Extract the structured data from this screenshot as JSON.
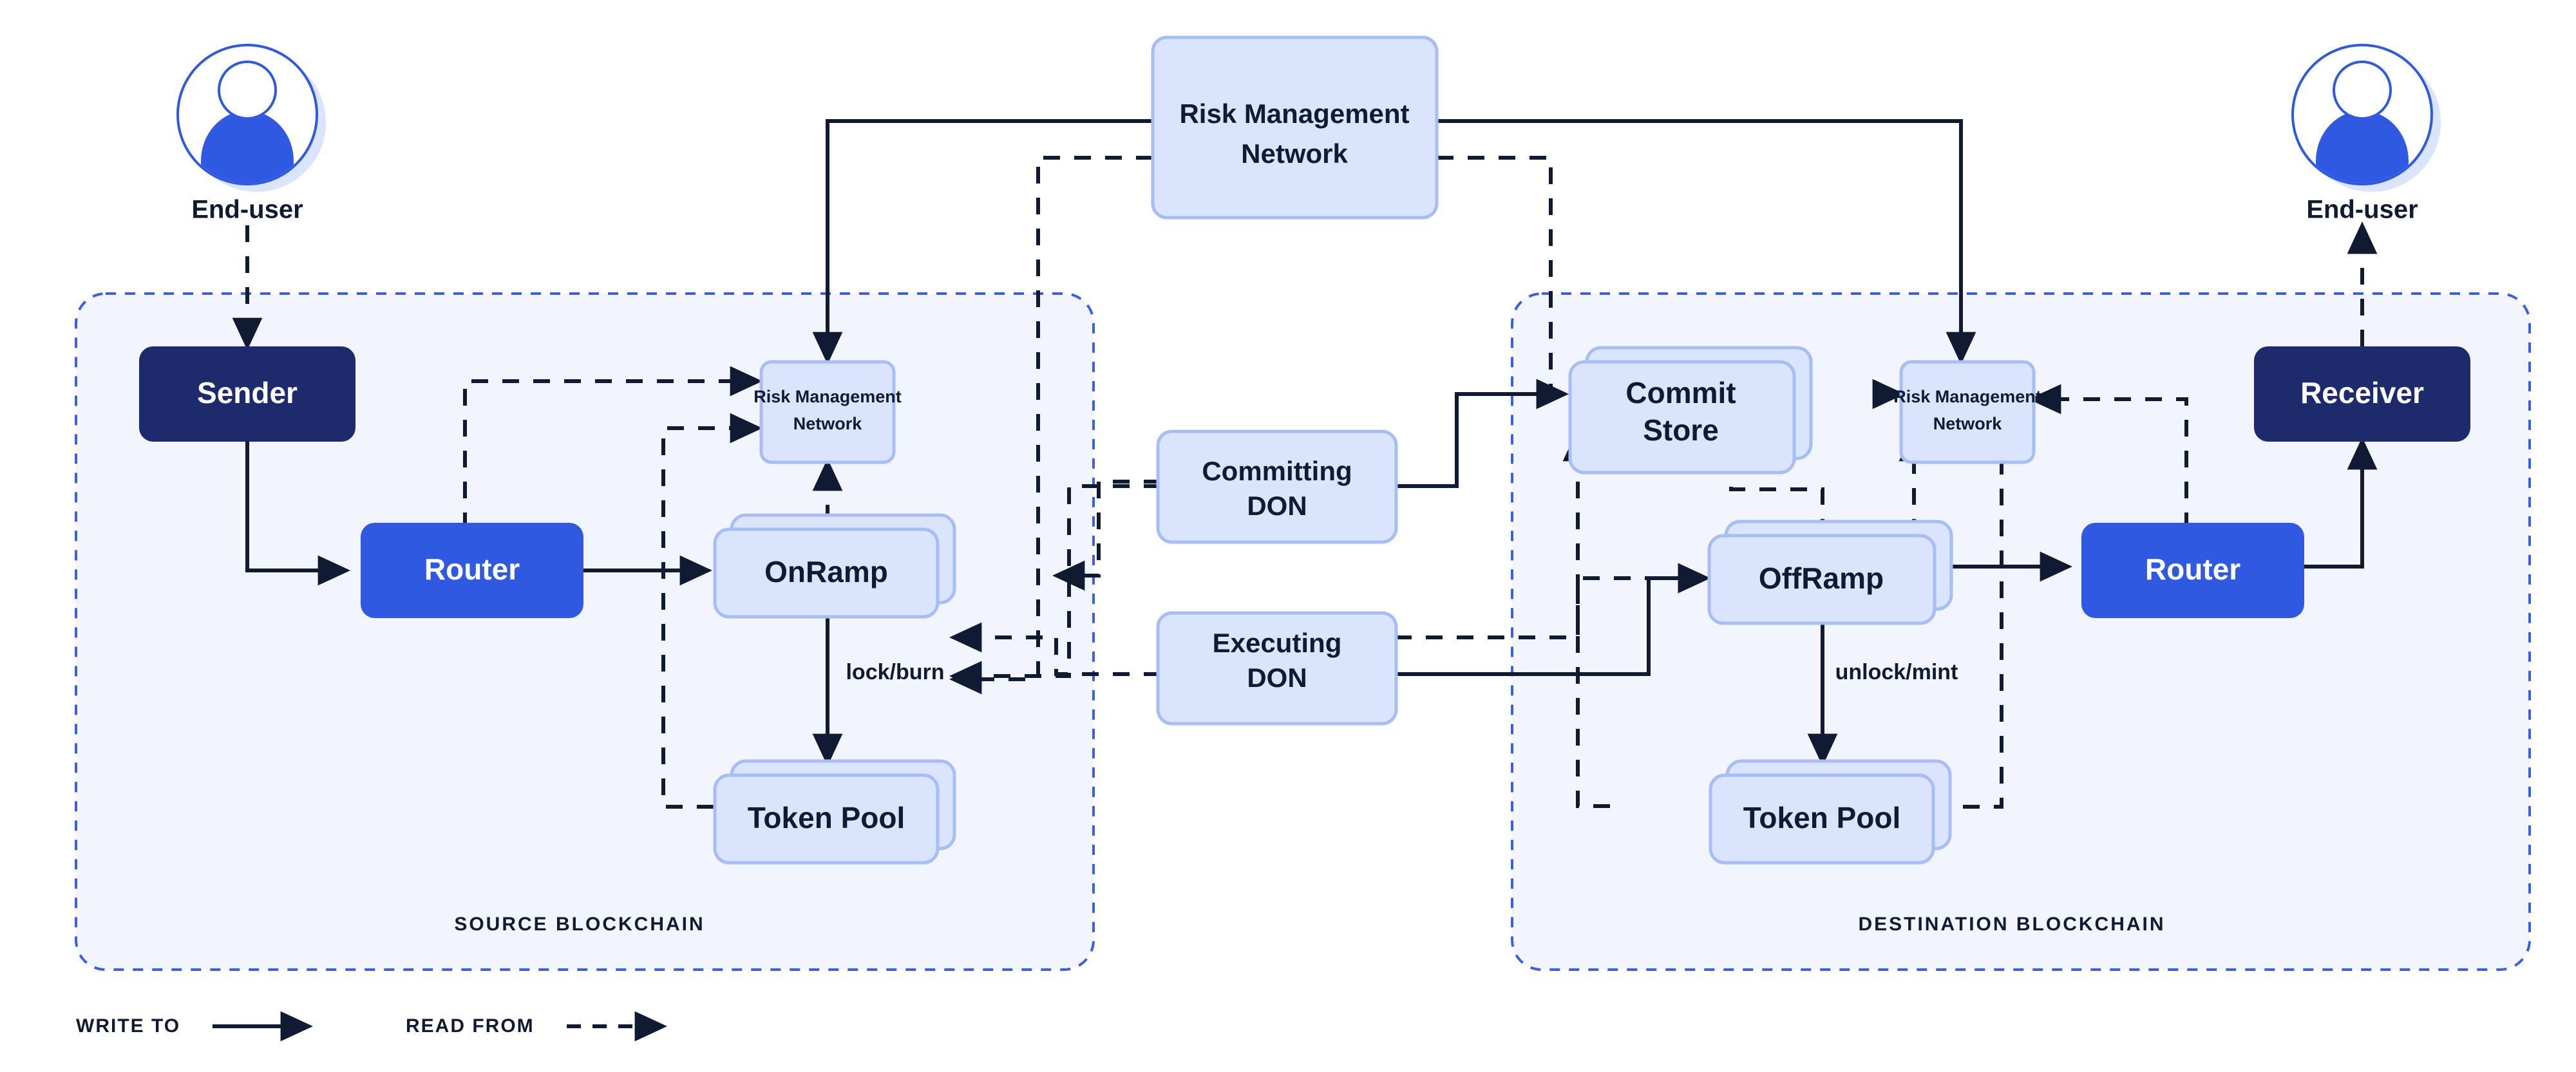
{
  "diagram": {
    "title": "CCIP cross-chain message flow",
    "colors": {
      "zone_fill": "#f2f5fe",
      "zone_border": "#3b5fe0",
      "contract_fill": "#dbe4fd",
      "contract_border": "#a7bdf5",
      "sender_fill": "#1d2a6b",
      "router_fill": "#2f59e0",
      "line": "#111a33",
      "text_dark": "#111a33",
      "text_light": "#ffffff",
      "avatar_ring": "#2f59e0",
      "avatar_body": "#2f59e0",
      "avatar_shadow": "#dbe4fd"
    }
  },
  "actors": {
    "left": {
      "label": "End-user",
      "icon": "user-avatar-icon"
    },
    "right": {
      "label": "End-user",
      "icon": "user-avatar-icon"
    }
  },
  "zones": {
    "source": {
      "label": "SOURCE BLOCKCHAIN"
    },
    "destination": {
      "label": "DESTINATION BLOCKCHAIN"
    }
  },
  "nodes": {
    "risk_management_network_top": {
      "line1": "Risk  Management",
      "line2": "Network"
    },
    "sender": {
      "label": "Sender"
    },
    "router_source": {
      "label": "Router"
    },
    "risk_management_network_source": {
      "line1": "Risk  Management",
      "line2": "Network"
    },
    "onramp": {
      "label": "OnRamp"
    },
    "token_pool_source": {
      "label": "Token Pool"
    },
    "committing_don": {
      "line1": "Committing",
      "line2": "DON"
    },
    "executing_don": {
      "line1": "Executing",
      "line2": "DON"
    },
    "commit_store": {
      "line1": "Commit",
      "line2": "Store"
    },
    "risk_management_network_destination": {
      "line1": "Risk  Management",
      "line2": "Network"
    },
    "offramp": {
      "label": "OffRamp"
    },
    "token_pool_destination": {
      "label": "Token Pool"
    },
    "router_destination": {
      "label": "Router"
    },
    "receiver": {
      "label": "Receiver"
    }
  },
  "edge_labels": {
    "lock_burn": "lock/burn",
    "unlock_mint": "unlock/mint"
  },
  "legend": {
    "write_to": "WRITE TO",
    "read_from": "READ FROM"
  }
}
